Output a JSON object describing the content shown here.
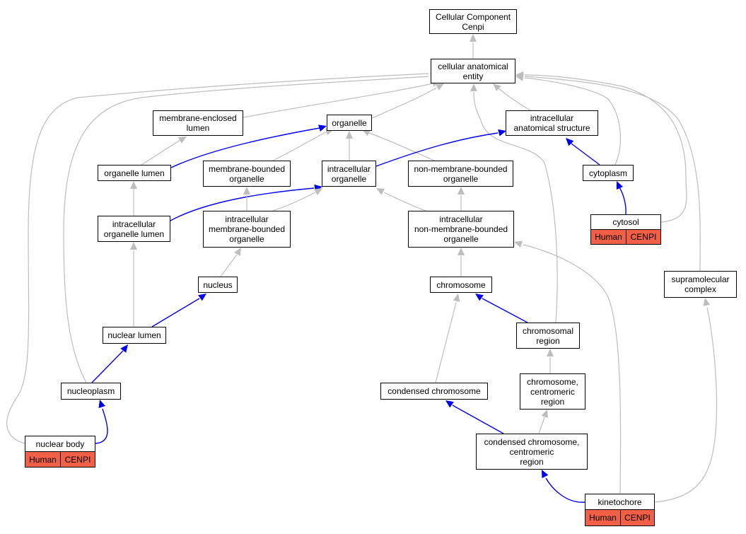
{
  "colors": {
    "grey_edge": "#bdbdbd",
    "blue_edge": "#0000ee",
    "annotation_fill": "#f25f47"
  },
  "nodes": {
    "root": "Cellular Component\nCenpi",
    "cae": "cellular anatomical\nentity",
    "mel": "membrane-enclosed\nlumen",
    "organelle": "organelle",
    "ias": "intracellular\nanatomical structure",
    "ol": "organelle lumen",
    "mbo": "membrane-bounded\norganelle",
    "io": "intracellular\norganelle",
    "nmbo": "non-membrane-bounded\norganelle",
    "cytoplasm": "cytoplasm",
    "cytosol": "cytosol",
    "iol": "intracellular\norganelle lumen",
    "imbo": "intracellular\nmembrane-bounded\norganelle",
    "inmbo": "intracellular\nnon-membrane-bounded\norganelle",
    "nucleus": "nucleus",
    "chromosome": "chromosome",
    "smc": "supramolecular\ncomplex",
    "nlumen": "nuclear lumen",
    "chrreg": "chromosomal\nregion",
    "nucleoplasm": "nucleoplasm",
    "condchr": "condensed chromosome",
    "ccr": "chromosome,\ncentromeric\nregion",
    "nbody": "nuclear body",
    "cccr": "condensed chromosome,\ncentromeric\nregion",
    "kinetochore": "kinetochore"
  },
  "annotations": {
    "cytosol": {
      "species": "Human",
      "gene": "CENPI"
    },
    "nbody": {
      "species": "Human",
      "gene": "CENPI"
    },
    "kinetochore": {
      "species": "Human",
      "gene": "CENPI"
    }
  }
}
